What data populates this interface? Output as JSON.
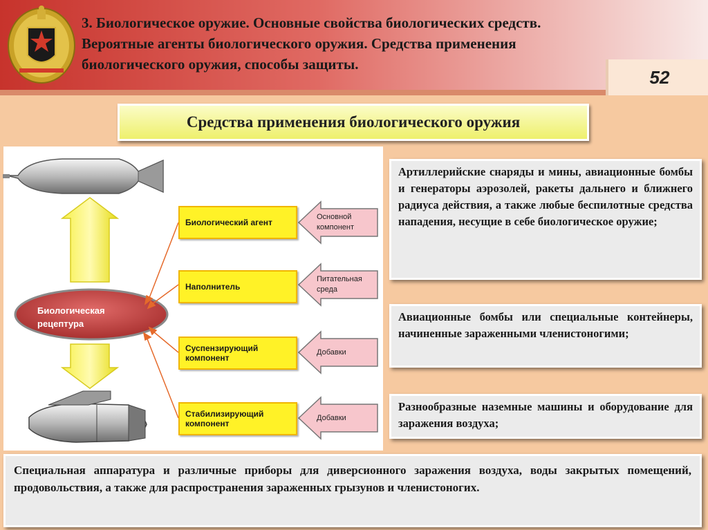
{
  "header": {
    "title": "3. Биологическое оружие. Основные свойства биологических средств. Вероятные агенты биологического оружия. Средства применения биологического оружия, способы защиты.",
    "page_number": "52"
  },
  "section_title": "Средства применения биологического оружия",
  "diagram": {
    "receptura": "Биологическая рецептура",
    "components": [
      {
        "label": "Биологический агент",
        "role": "Основной компонент"
      },
      {
        "label": "Наполнитель",
        "role": "Питательная среда"
      },
      {
        "label": "Суспензирующий компонент",
        "role": "Добавки"
      },
      {
        "label": "Стабилизирующий компонент",
        "role": "Добавки"
      }
    ]
  },
  "info_boxes": [
    "Артиллерийские снаряды и мины, авиационные бомбы и генераторы аэрозолей, ракеты дальнего и ближнего радиуса действия, а также любые беспилотные средства нападения, несущие в себе биологическое оружие;",
    "Авиационные бомбы или специальные контейнеры, начиненные зараженными членистоногими;",
    "Разнообразные наземные машины и оборудование для заражения воздуха;"
  ],
  "bottom_text": "Специальная аппаратура и различные приборы для диверсионного заражения воздуха, воды закрытых помещений, продовольствия, а также для распространения зараженных грызунов и членистоногих.",
  "colors": {
    "header_red": "#c7332c",
    "background": "#f6c9a0",
    "component_yellow": "#fff227",
    "receptura_red": "#c2403f",
    "pink_arrow": "#f7c6cc"
  }
}
